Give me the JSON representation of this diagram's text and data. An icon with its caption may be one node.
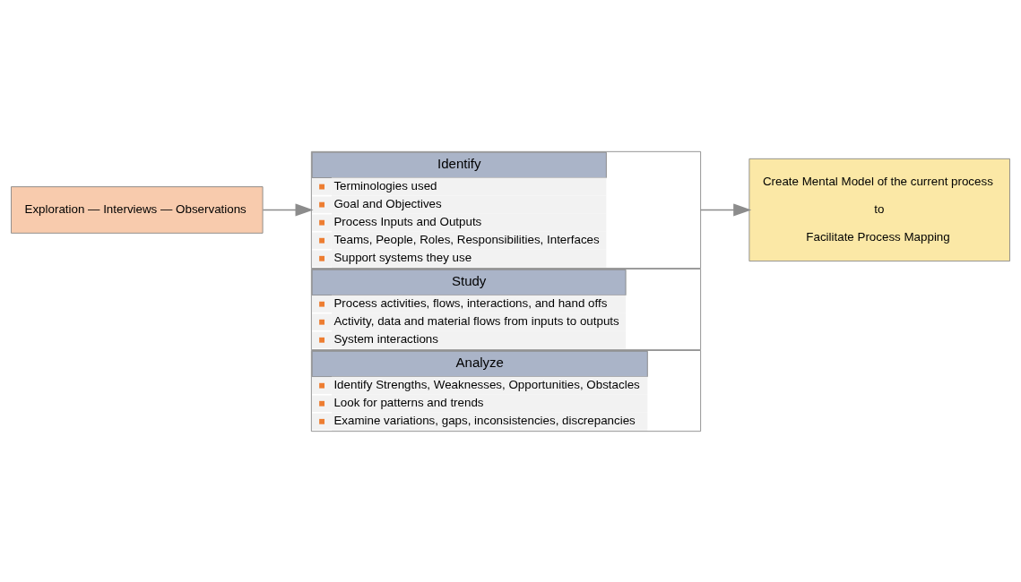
{
  "diagram": {
    "nodes": [
      {
        "text": [
          "Exploration — Interviews — Observations"
        ]
      },
      {
        "text": [
          "Identify",
          "Terminologies used",
          "Goal and Objectives",
          "Process Inputs and Outputs",
          "Teams, People, Roles, Responsibilities, Interfaces",
          "Support systems they use"
        ]
      },
      {
        "text": [
          "Study",
          "Process activities, flows, interactions, and hand offs",
          "Activity, data and material flows from inputs to outputs",
          "System interactions"
        ]
      },
      {
        "text": [
          "Analyze",
          "Identify Strengths, Weaknesses, Opportunities, Obstacles",
          "Look for patterns and trends",
          "Examine variations, gaps, inconsistencies, discrepancies"
        ]
      },
      {
        "text": [
          "Create Mental Model of the current process",
          "to",
          "Facilitate Process Mapping"
        ]
      }
    ],
    "edges": [
      {
        "from": 0,
        "to": 1,
        "arrow": "to"
      },
      {
        "from": 1,
        "to": 4,
        "arrow": "to"
      }
    ]
  }
}
